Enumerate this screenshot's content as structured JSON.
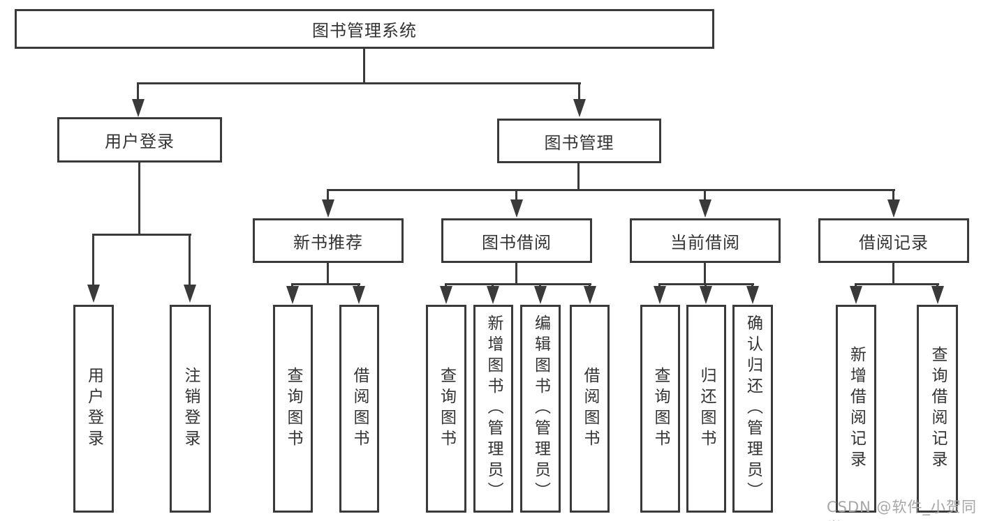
{
  "diagram": {
    "root": {
      "label": "图书管理系统"
    },
    "branches": [
      {
        "label": "用户登录"
      },
      {
        "label": "图书管理"
      }
    ],
    "modules": [
      {
        "label": "新书推荐"
      },
      {
        "label": "图书借阅"
      },
      {
        "label": "当前借阅"
      },
      {
        "label": "借阅记录"
      }
    ],
    "leaves": [
      {
        "label": "用户登录"
      },
      {
        "label": "注销登录"
      },
      {
        "label": "查询图书"
      },
      {
        "label": "借阅图书"
      },
      {
        "label": "查询图书"
      },
      {
        "label": "新增图书（管理员）"
      },
      {
        "label": "编辑图书（管理员）"
      },
      {
        "label": "借阅图书"
      },
      {
        "label": "查询图书"
      },
      {
        "label": "归还图书"
      },
      {
        "label": "确认归还（管理员）"
      },
      {
        "label": "新增借阅记录"
      },
      {
        "label": "查询借阅记录"
      }
    ]
  },
  "watermark": {
    "text": "CSDN @软件_小贺同学"
  },
  "colors": {
    "line": "#3a3a3a",
    "box_border": "#3a3a3a",
    "text": "#333333",
    "watermark_text": "#a6a6a6",
    "background": "#ffffff"
  }
}
